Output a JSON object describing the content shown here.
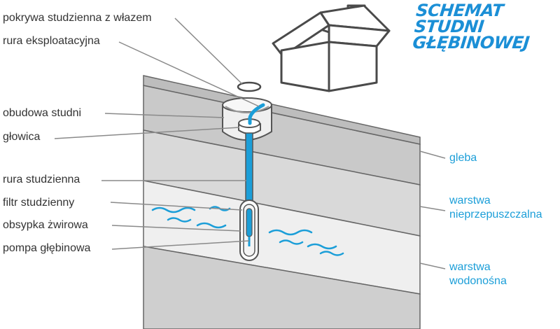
{
  "title": {
    "line1": "SCHEMAT",
    "line2": "STUDNI",
    "line3": "GŁĘBINOWEJ"
  },
  "labels_left": [
    {
      "id": "pokrywa",
      "text": "pokrywa studzienna z włazem"
    },
    {
      "id": "rura-eksp",
      "text": "rura eksploatacyjna"
    },
    {
      "id": "obudowa",
      "text": "obudowa studni"
    },
    {
      "id": "glowica",
      "text": "głowica"
    },
    {
      "id": "rura-stud",
      "text": "rura studzienna"
    },
    {
      "id": "filtr",
      "text": "filtr studzienny"
    },
    {
      "id": "obsypka",
      "text": "obsypka żwirowa"
    },
    {
      "id": "pompa",
      "text": "pompa głębinowa"
    }
  ],
  "labels_right": {
    "gleba": "gleba",
    "nieprzep_1": "warstwa",
    "nieprzep_2": "nieprzepuszczalna",
    "wodonosna_1": "warstwa",
    "wodonosna_2": "wodonośna"
  },
  "colors": {
    "accent": "#1b9ed8",
    "title": "#1b8fd6",
    "layer_dark": "#c9c9c9",
    "layer_light": "#dcdcdc",
    "aquifer": "#eeeeee",
    "outline": "#555555",
    "leader": "#8a8a8a"
  }
}
